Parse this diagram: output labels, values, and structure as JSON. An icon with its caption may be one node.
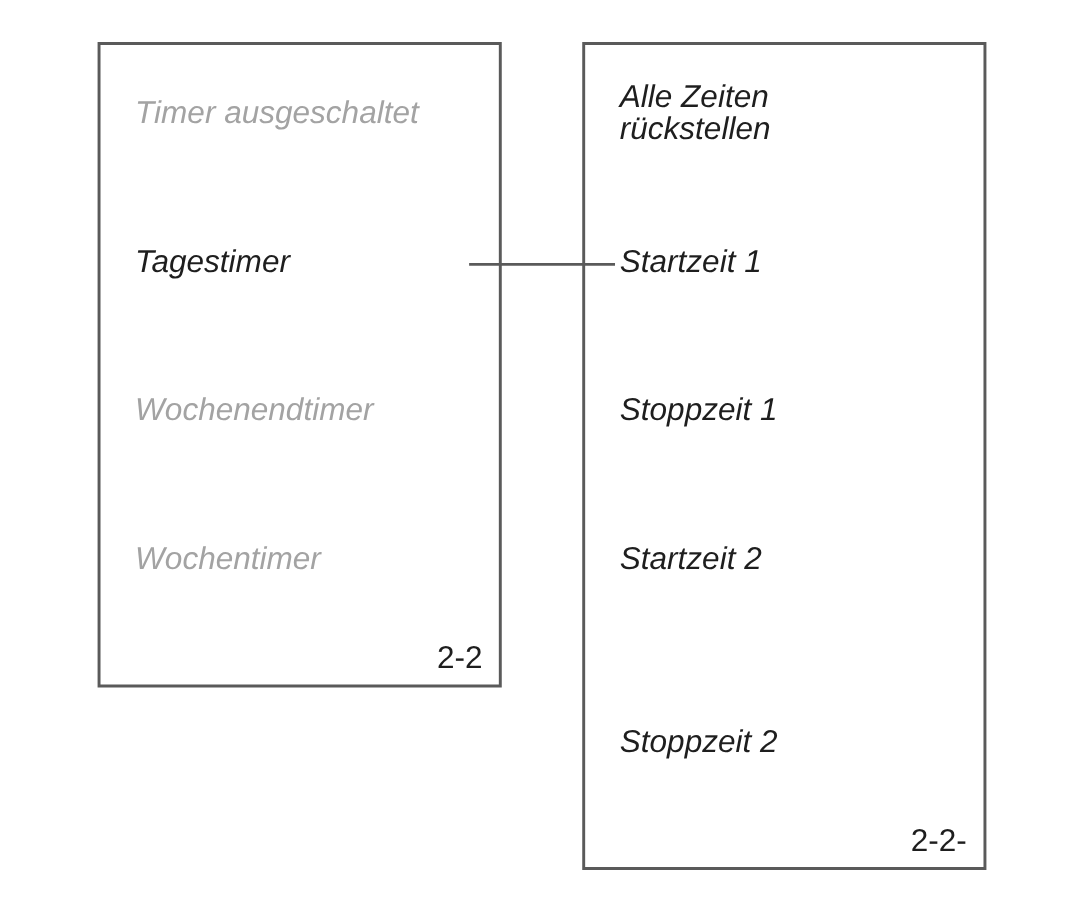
{
  "diagram": {
    "nodes": [
      {
        "text": [
          "2-2"
        ]
      },
      {
        "text": [
          "Timer ausgeschaltet"
        ],
        "in": 0
      },
      {
        "text": [
          "Tagestimer"
        ],
        "in": 0
      },
      {
        "text": [
          "Wochenendtimer"
        ],
        "in": 0
      },
      {
        "text": [
          "Wochentimer"
        ],
        "in": 0
      },
      {
        "text": [
          "2-2-"
        ]
      },
      {
        "text": [
          "Alle Zeiten rückstellen"
        ],
        "in": 5
      },
      {
        "text": [
          "Startzeit 1"
        ],
        "in": 5
      },
      {
        "text": [
          "Stoppzeit 1"
        ],
        "in": 5
      },
      {
        "text": [
          "Startzeit 2"
        ],
        "in": 5
      },
      {
        "text": [
          "Stoppzeit 2"
        ],
        "in": 5
      }
    ],
    "edges": [
      {
        "from": 2,
        "to": 7,
        "arrow": "none"
      }
    ]
  }
}
